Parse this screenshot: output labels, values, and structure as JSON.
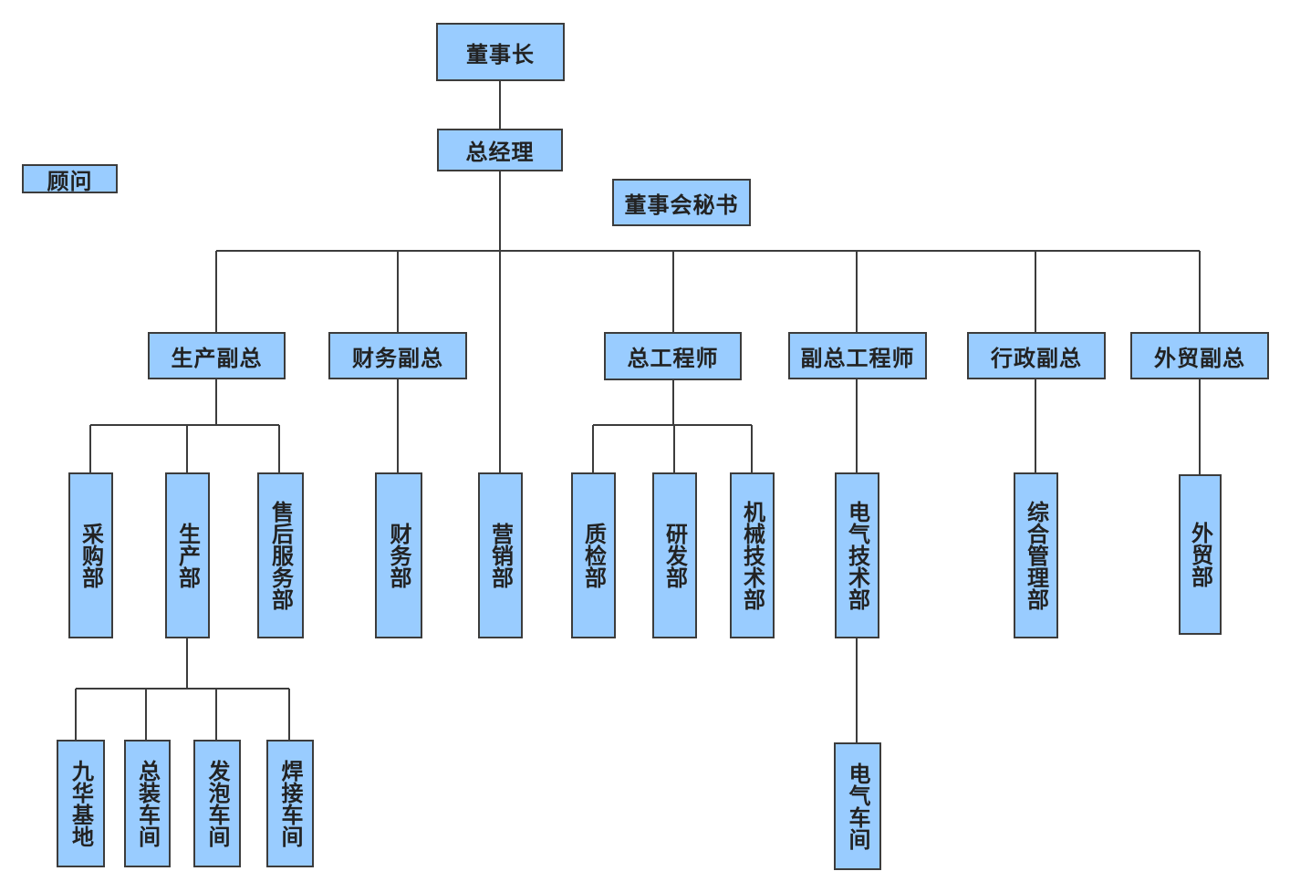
{
  "colors": {
    "box_fill": "#99ccff",
    "box_border": "#3c3c3c",
    "line": "#3c3c3c",
    "text": "#222222"
  },
  "org": {
    "chairman": "董事长",
    "gm": "总经理",
    "advisor": "顾问",
    "board_secretary": "董事会秘书",
    "vp_production": "生产副总",
    "vp_finance": "财务副总",
    "chief_engineer": "总工程师",
    "deputy_chief_engineer": "副总工程师",
    "vp_admin": "行政副总",
    "vp_foreign_trade": "外贸副总",
    "dept_purchasing": "采购部",
    "dept_production": "生产部",
    "dept_after_sales": "售后服务部",
    "dept_finance": "财务部",
    "dept_marketing": "营销部",
    "dept_quality": "质检部",
    "dept_rnd": "研发部",
    "dept_mech_tech": "机械技术部",
    "dept_elec_tech": "电气技术部",
    "dept_general_mgmt": "综合管理部",
    "dept_foreign_trade": "外贸部",
    "unit_jiuhua_base": "九华基地",
    "unit_assembly_workshop": "总装车间",
    "unit_foaming_workshop": "发泡车间",
    "unit_welding_workshop": "焊接车间",
    "unit_electrical_workshop": "电气车间"
  }
}
